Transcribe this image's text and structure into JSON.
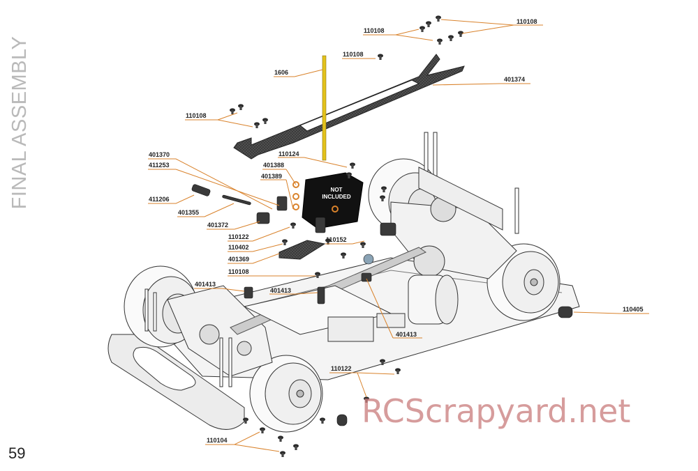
{
  "page": {
    "section_title": "FINAL ASSEMBLY",
    "page_number": "59"
  },
  "servo_note": {
    "line1": "NOT",
    "line2": "INCLUDED"
  },
  "watermark": "RCScrapyard.net",
  "labels": {
    "p110108_a": "110108",
    "p110108_b": "110108",
    "p110108_c": "110108",
    "p110108_d": "110108",
    "p110108_e": "110108",
    "p1606": "1606",
    "p401374": "401374",
    "p401370": "401370",
    "p411253": "411253",
    "p110124": "110124",
    "p401388": "401388",
    "p401389": "401389",
    "p411206": "411206",
    "p401355": "401355",
    "p401372": "401372",
    "p110122_a": "110122",
    "p110402": "110402",
    "p110152": "110152",
    "p401369": "401369",
    "p401413_a": "401413",
    "p401413_b": "401413",
    "p401413_c": "401413",
    "p110405": "110405",
    "p110122_b": "110122",
    "p110104": "110104"
  },
  "colors": {
    "leader": "#d9822b",
    "antenna": "#e3c21b",
    "watermark": "#c97b7b",
    "carbon": "#3a3a3a"
  }
}
